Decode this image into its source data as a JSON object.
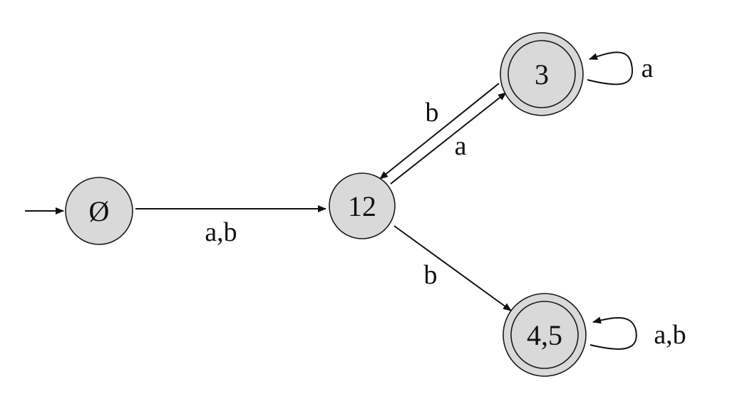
{
  "states": {
    "empty": {
      "label": "Ø",
      "accepting": false,
      "initial": true
    },
    "s12": {
      "label": "12",
      "accepting": false,
      "initial": false
    },
    "s3": {
      "label": "3",
      "accepting": true,
      "initial": false
    },
    "s45": {
      "label": "4,5",
      "accepting": true,
      "initial": false
    }
  },
  "transitions": {
    "empty_to_12": {
      "from": "Ø",
      "to": "12",
      "label": "a,b"
    },
    "s12_to_3": {
      "from": "12",
      "to": "3",
      "label": "a"
    },
    "s3_to_12": {
      "from": "3",
      "to": "12",
      "label": "b"
    },
    "s12_to_45": {
      "from": "12",
      "to": "4,5",
      "label": "b"
    },
    "s3_loop": {
      "from": "3",
      "to": "3",
      "label": "a"
    },
    "s45_loop": {
      "from": "4,5",
      "to": "4,5",
      "label": "a,b"
    }
  },
  "colors": {
    "state_fill": "#d9d9d9",
    "stroke": "#111111"
  }
}
